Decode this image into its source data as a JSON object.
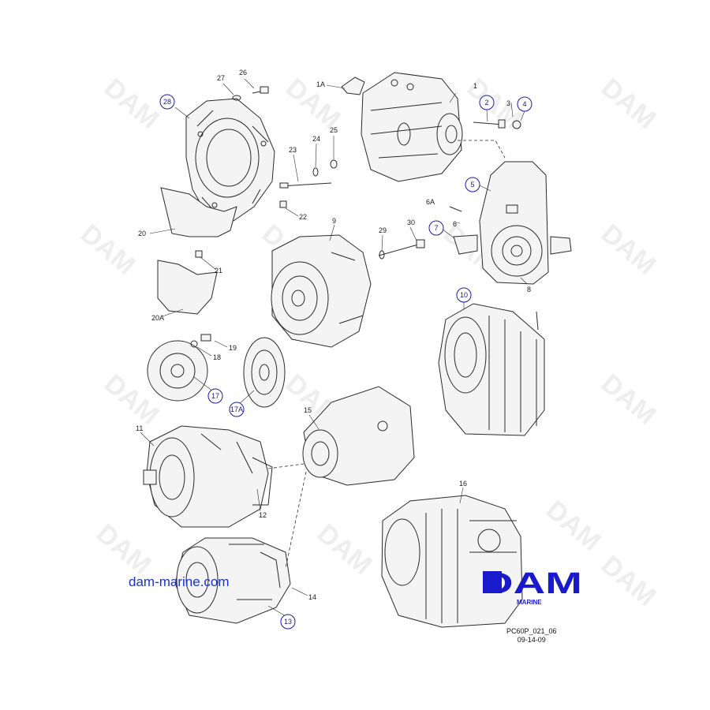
{
  "watermark": "DAM",
  "website": "dam-marine.com",
  "logo": {
    "main": "DAM",
    "sub": "MARINE",
    "color": "#1a1acc"
  },
  "drawing_code": "PC60P_021_06",
  "drawing_date": "09-14-09",
  "labels": {
    "n1": "1",
    "n1A": "1A",
    "n2": "2",
    "n3": "3",
    "n4": "4",
    "n5": "5",
    "n6": "6",
    "n6A": "6A",
    "n7": "7",
    "n8": "8",
    "n9": "9",
    "n10": "10",
    "n11": "11",
    "n12": "12",
    "n13": "13",
    "n14": "14",
    "n15": "15",
    "n16": "16",
    "n17": "17",
    "n17A": "17A",
    "n18": "18",
    "n19": "19",
    "n20": "20",
    "n20A": "20A",
    "n21": "21",
    "n22": "22",
    "n23": "23",
    "n24": "24",
    "n25": "25",
    "n26": "26",
    "n27": "27",
    "n28": "28",
    "n29": "29",
    "n30": "30"
  }
}
